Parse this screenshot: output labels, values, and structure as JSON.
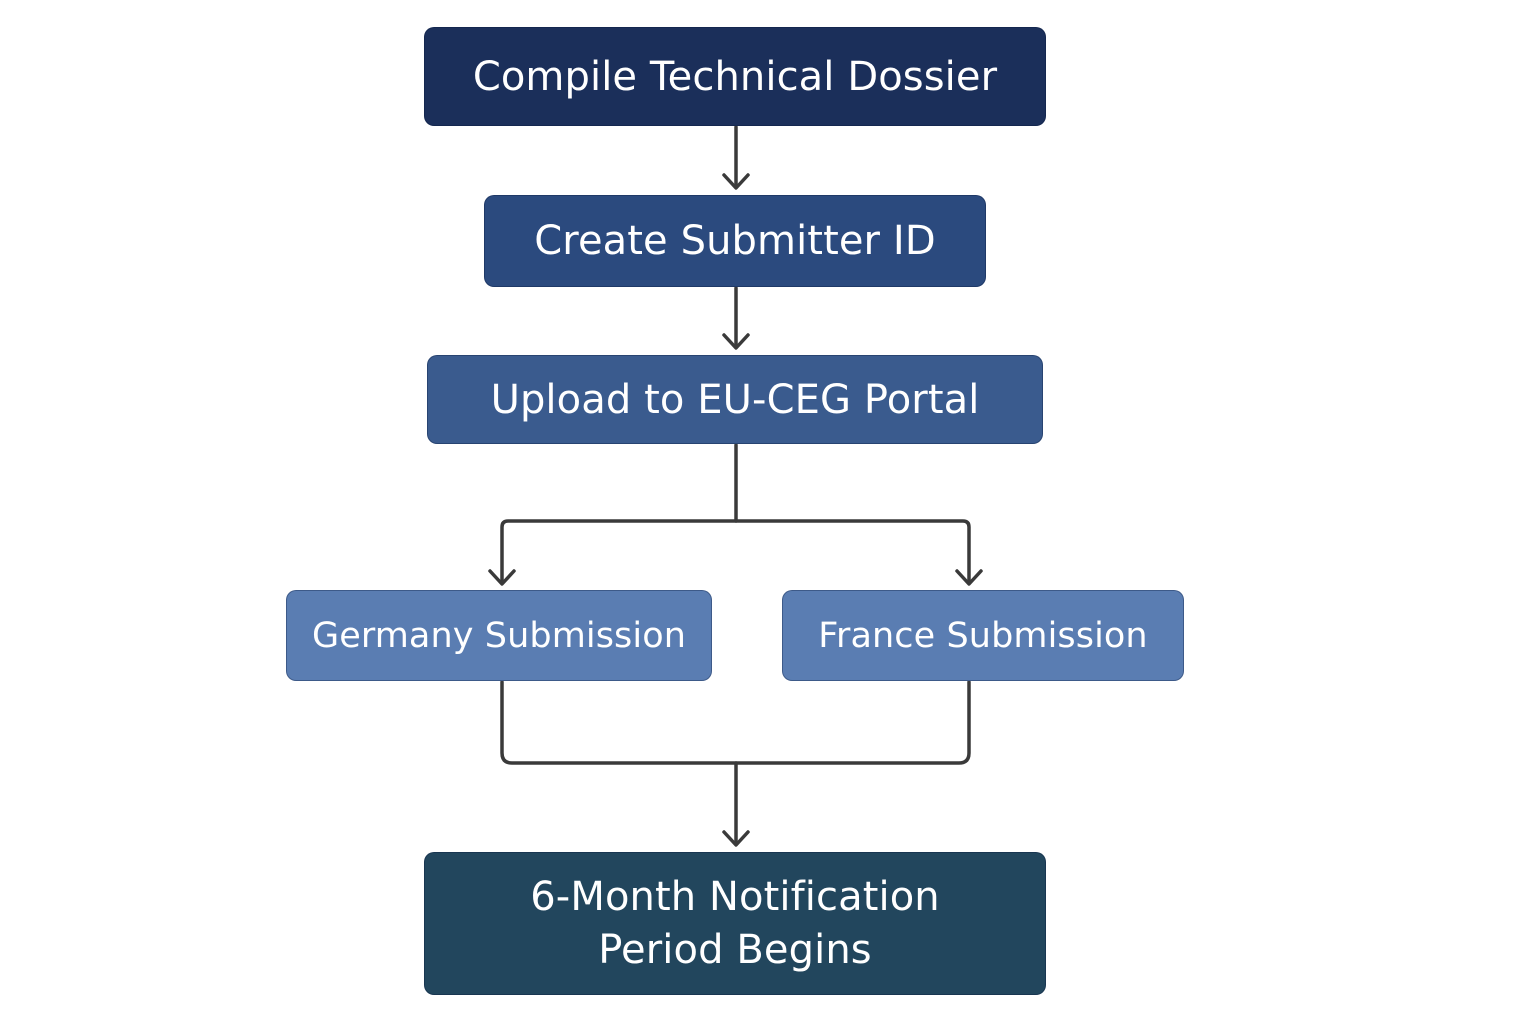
{
  "diagram": {
    "nodes": {
      "compile": {
        "label": "Compile Technical Dossier",
        "fill": "#1b2f5a"
      },
      "submitter": {
        "label": "Create Submitter ID",
        "fill": "#2b4a7e"
      },
      "upload": {
        "label": "Upload to EU-CEG Portal",
        "fill": "#3a5b8e"
      },
      "germany": {
        "label": "Germany Submission",
        "fill": "#5a7db2"
      },
      "france": {
        "label": "France Submission",
        "fill": "#5a7db2"
      },
      "period": {
        "label_line1": "6-Month Notification",
        "label_line2": "Period Begins",
        "fill": "#22465d"
      }
    },
    "edges": [
      {
        "from": "compile",
        "to": "submitter"
      },
      {
        "from": "submitter",
        "to": "upload"
      },
      {
        "from": "upload",
        "to": "germany"
      },
      {
        "from": "upload",
        "to": "france"
      },
      {
        "from": "germany",
        "to": "period"
      },
      {
        "from": "france",
        "to": "period"
      }
    ],
    "connector_color": "#3a3a3a"
  }
}
